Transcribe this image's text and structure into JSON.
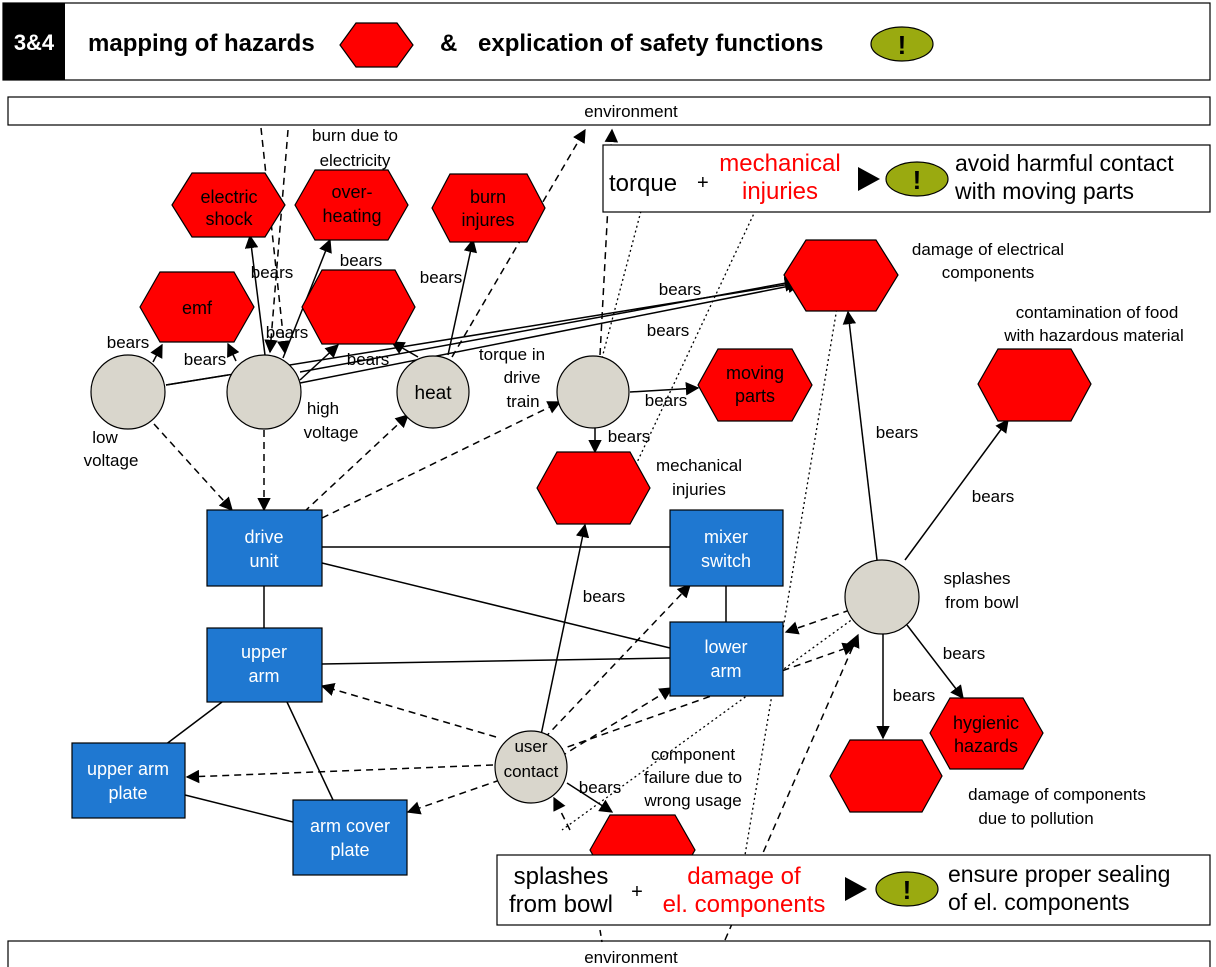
{
  "header": {
    "step": "3&4",
    "title_part1": "mapping of hazards",
    "amp": "&",
    "title_part2": "explication of safety functions",
    "exclaim": "!"
  },
  "environment_label": "environment",
  "colors": {
    "hazard": "#ff0000",
    "component": "#1f78d1",
    "cause": "#d9d6cc",
    "safety": "#9aaa10",
    "highlight": "#ff0000"
  },
  "causes": {
    "low_voltage": [
      "low",
      "voltage"
    ],
    "high_voltage": [
      "high",
      "voltage"
    ],
    "heat": "heat",
    "torque": [
      "torque in",
      "drive",
      "train"
    ],
    "splashes": [
      "splashes",
      "from bowl"
    ],
    "user_contact": [
      "user",
      "contact"
    ]
  },
  "hazards": {
    "electric_shock": [
      "electric",
      "shock"
    ],
    "overheating": [
      "over-",
      "heating"
    ],
    "burn_injures": [
      "burn",
      "injures"
    ],
    "emf": "emf",
    "moving_parts": [
      "moving",
      "parts"
    ],
    "mechanical_injuries": [
      "mechanical",
      "injuries"
    ],
    "hygienic_hazards": [
      "hygienic",
      "hazards"
    ]
  },
  "hazard_labels": {
    "burn_electricity": [
      "burn due to",
      "electricity"
    ],
    "damage_electrical": [
      "damage of electrical",
      "components"
    ],
    "contamination": [
      "contamination of food",
      "with hazardous material"
    ],
    "damage_pollution": [
      "damage of components",
      "due to pollution"
    ],
    "component_failure": [
      "component",
      "failure due to",
      "wrong usage"
    ]
  },
  "components": {
    "drive_unit": [
      "drive",
      "unit"
    ],
    "mixer_switch": [
      "mixer",
      "switch"
    ],
    "upper_arm": [
      "upper",
      "arm"
    ],
    "lower_arm": [
      "lower",
      "arm"
    ],
    "upper_arm_plate": [
      "upper arm",
      "plate"
    ],
    "arm_cover_plate": [
      "arm cover",
      "plate"
    ]
  },
  "edge_label": "bears",
  "safety_functions": [
    {
      "cause": [
        "torque"
      ],
      "plus": "+",
      "hazard": [
        "mechanical",
        "injuries"
      ],
      "function": [
        "avoid harmful contact",
        "with moving parts"
      ]
    },
    {
      "cause": [
        "splashes",
        "from bowl"
      ],
      "plus": "+",
      "hazard": [
        "damage of",
        "el. components"
      ],
      "function": [
        "ensure proper sealing",
        "of el. components"
      ]
    }
  ]
}
